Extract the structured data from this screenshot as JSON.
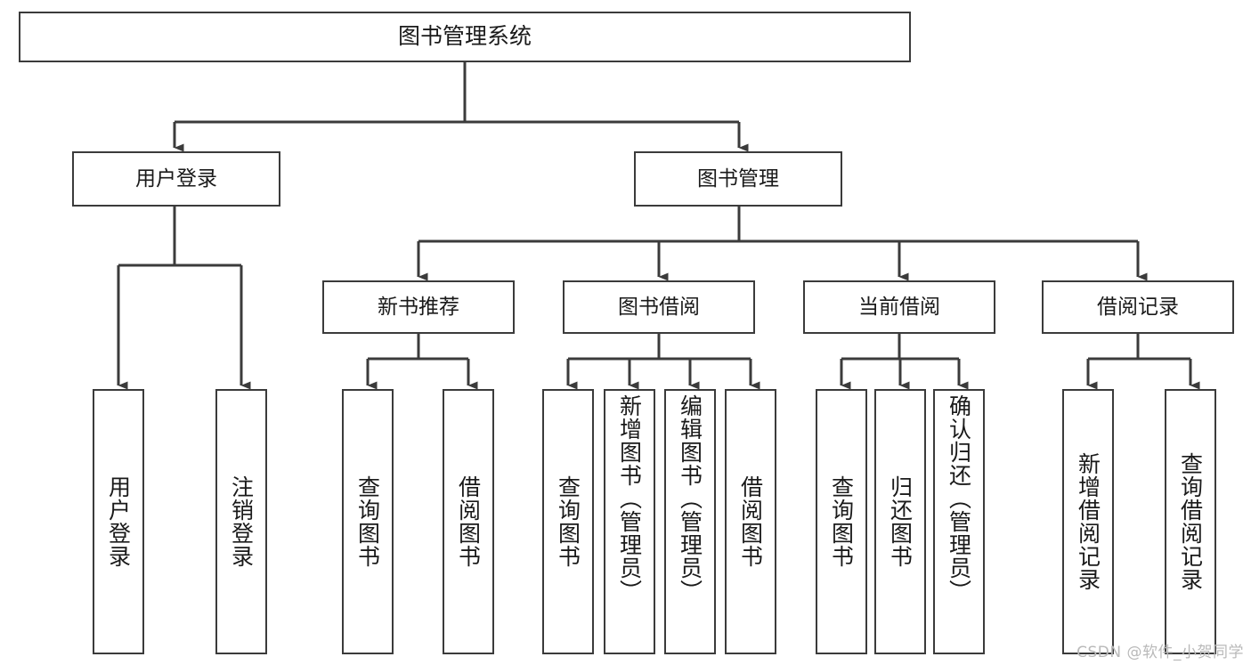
{
  "diagram": {
    "type": "tree-hierarchy-chart",
    "title": "图书管理系统",
    "orientation": "top-down",
    "box_stroke_color": "#3b3b3b",
    "box_fill_color": "#ffffff",
    "background_color": "#ffffff",
    "watermark": "CSDN @软件_小贺同学",
    "nodes": {
      "root": {
        "label": "图书管理系统",
        "level": 0
      },
      "level1": [
        {
          "id": "user-login",
          "label": "用户登录"
        },
        {
          "id": "book-management",
          "label": "图书管理"
        }
      ],
      "level2": [
        {
          "id": "new-book-recommend",
          "label": "新书推荐"
        },
        {
          "id": "book-borrow",
          "label": "图书借阅"
        },
        {
          "id": "current-borrow",
          "label": "当前借阅"
        },
        {
          "id": "borrow-record",
          "label": "借阅记录"
        }
      ],
      "leaves": {
        "user-login": [
          {
            "id": "leaf-user-login",
            "label": "用户登录"
          },
          {
            "id": "leaf-logout-login",
            "label": "注销登录"
          }
        ],
        "new-book-recommend": [
          {
            "id": "leaf-query-book-1",
            "label": "查询图书"
          },
          {
            "id": "leaf-borrow-book-1",
            "label": "借阅图书"
          }
        ],
        "book-borrow": [
          {
            "id": "leaf-query-book-2",
            "label": "查询图书"
          },
          {
            "id": "leaf-add-book",
            "label": "新增图书（管理员）"
          },
          {
            "id": "leaf-edit-book",
            "label": "编辑图书（管理员）"
          },
          {
            "id": "leaf-borrow-book-2",
            "label": "借阅图书"
          }
        ],
        "current-borrow": [
          {
            "id": "leaf-query-book-3",
            "label": "查询图书"
          },
          {
            "id": "leaf-return-book",
            "label": "归还图书"
          },
          {
            "id": "leaf-confirm-return",
            "label": "确认归还（管理员）"
          }
        ],
        "borrow-record": [
          {
            "id": "leaf-add-record",
            "label": "新增借阅记录"
          },
          {
            "id": "leaf-query-record",
            "label": "查询借阅记录"
          }
        ]
      }
    }
  }
}
